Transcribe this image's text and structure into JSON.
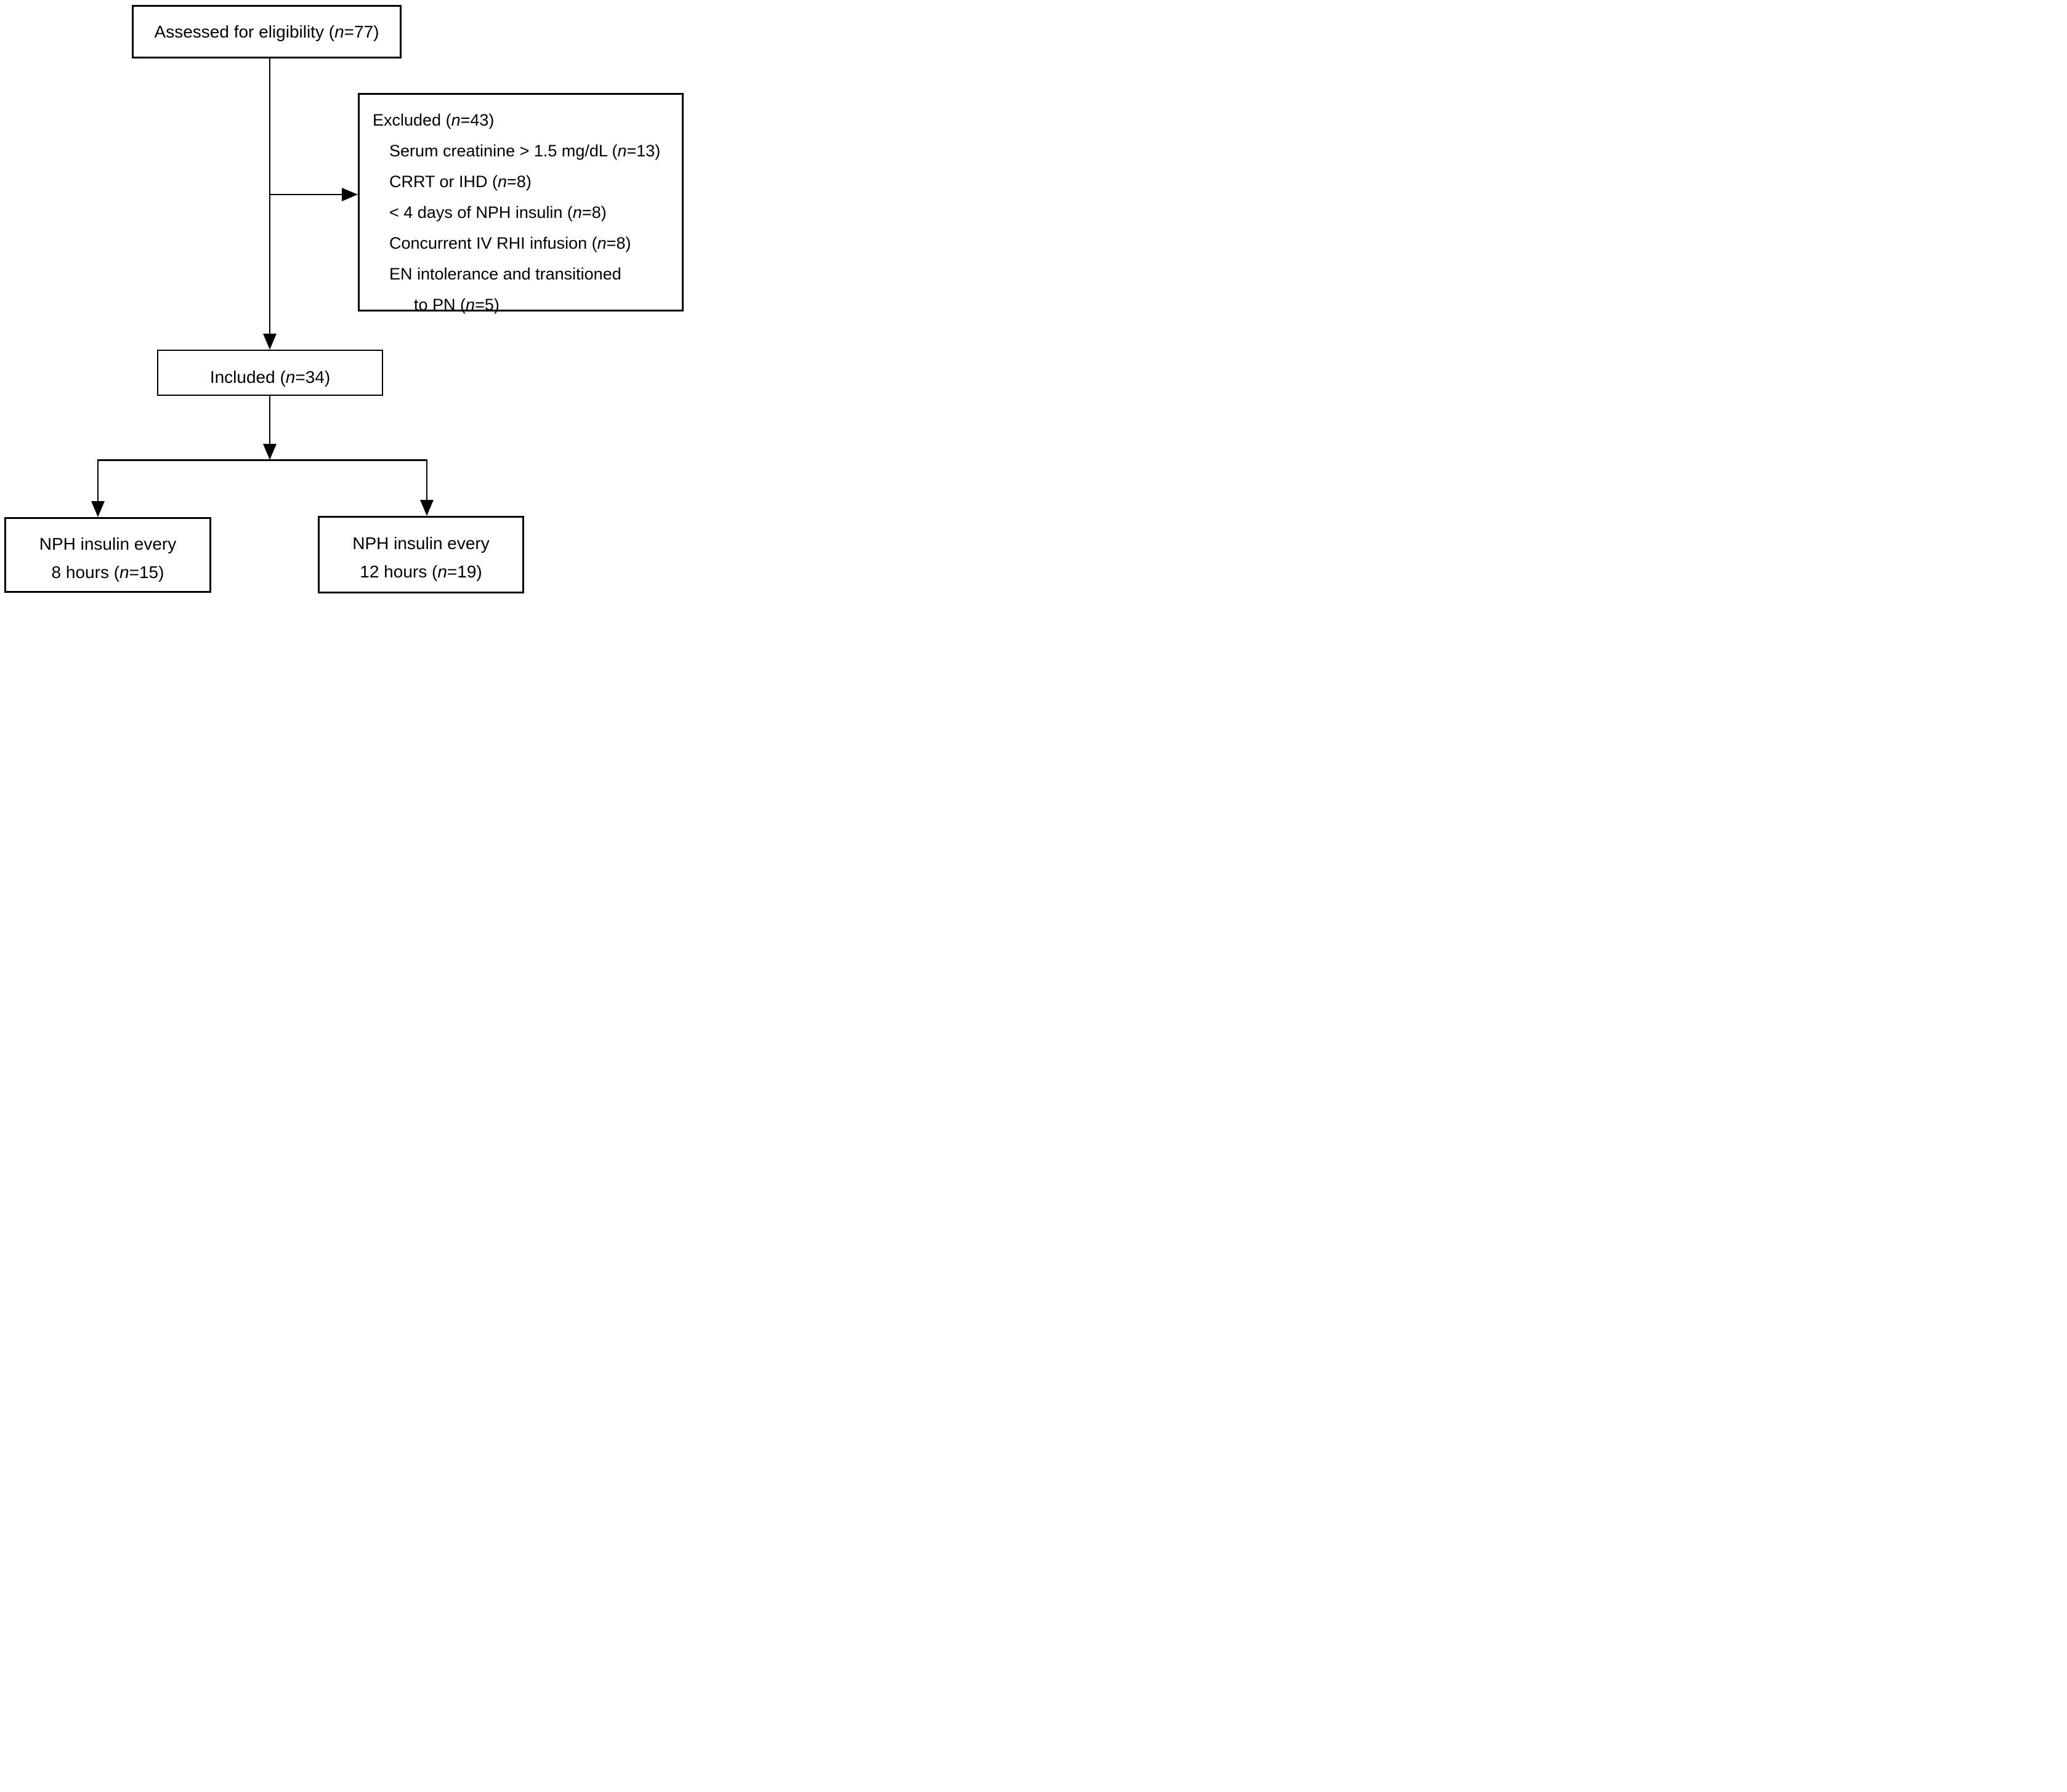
{
  "diagram": {
    "colors": {
      "line": "#000000",
      "background": "#ffffff",
      "text": "#000000"
    },
    "boxes": {
      "assessed": {
        "text": "Assessed for eligibility (n=77)"
      },
      "excluded": {
        "lines": [
          {
            "text": "Excluded (n=43)",
            "indent": 0
          },
          {
            "text": "Serum creatinine > 1.5 mg/dL (n=13)",
            "indent": 1
          },
          {
            "text": "CRRT or IHD (n=8)",
            "indent": 1
          },
          {
            "text": "< 4 days of NPH insulin (n=8)",
            "indent": 1
          },
          {
            "text": "Concurrent IV RHI infusion (n=8)",
            "indent": 1
          },
          {
            "text": "EN intolerance and transitioned",
            "indent": 1
          },
          {
            "text": "to PN (n=5)",
            "indent": 2
          }
        ]
      },
      "included": {
        "text": "Included (n=34)"
      },
      "group_q8": {
        "lines": [
          "NPH insulin every",
          "8 hours (n=15)"
        ]
      },
      "group_q12": {
        "lines": [
          "NPH insulin every",
          "12 hours (n=19)"
        ]
      }
    }
  }
}
